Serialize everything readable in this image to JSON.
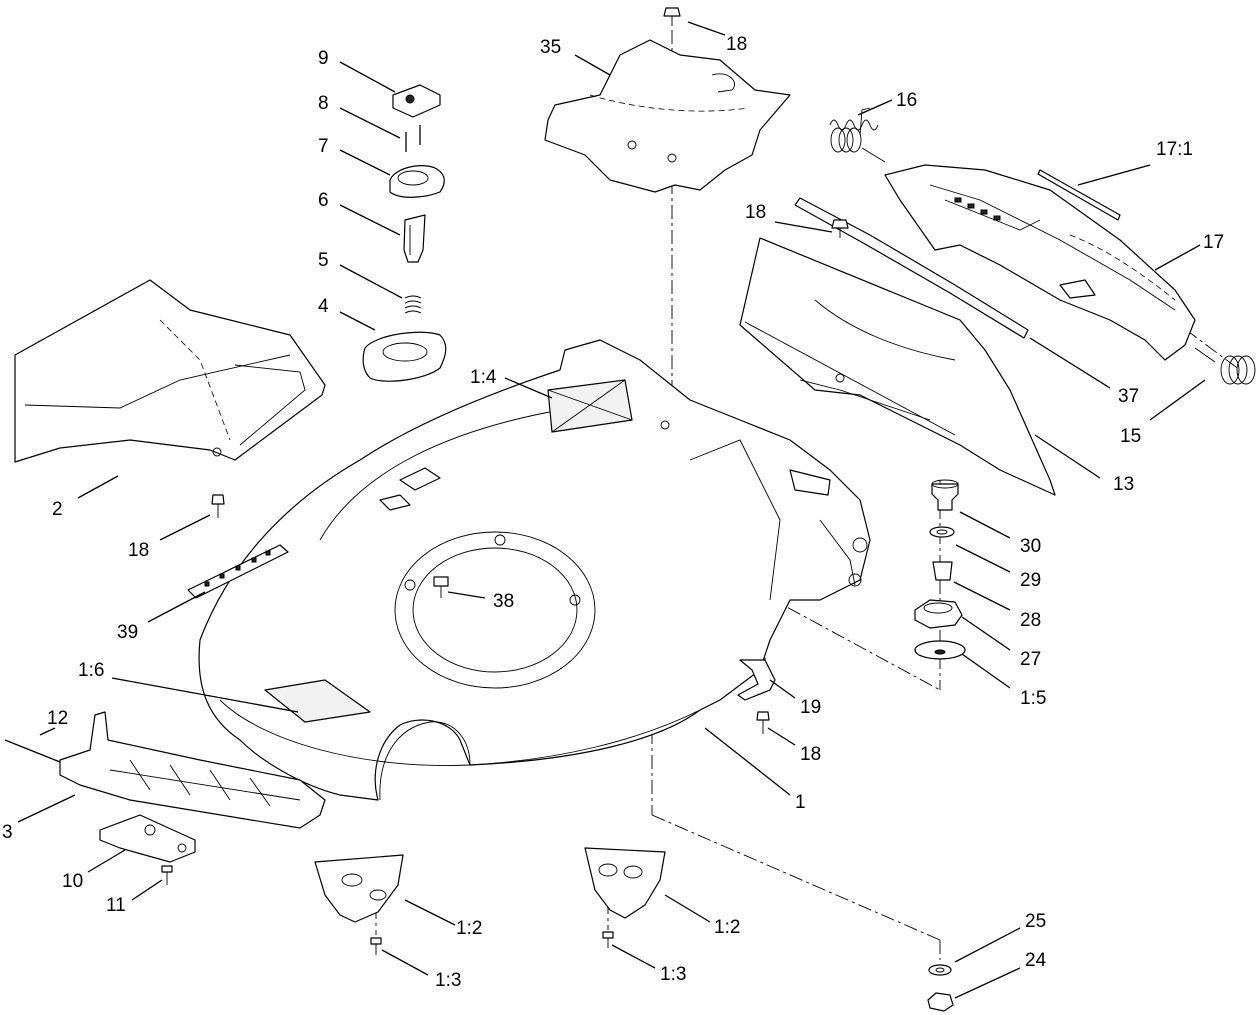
{
  "callouts": [
    {
      "id": "c-9",
      "text": "9"
    },
    {
      "id": "c-8",
      "text": "8"
    },
    {
      "id": "c-7",
      "text": "7"
    },
    {
      "id": "c-6",
      "text": "6"
    },
    {
      "id": "c-5",
      "text": "5"
    },
    {
      "id": "c-4",
      "text": "4"
    },
    {
      "id": "c-35",
      "text": "35"
    },
    {
      "id": "c-18a",
      "text": "18"
    },
    {
      "id": "c-16",
      "text": "16"
    },
    {
      "id": "c-17-1",
      "text": "17:1"
    },
    {
      "id": "c-18b",
      "text": "18"
    },
    {
      "id": "c-17",
      "text": "17"
    },
    {
      "id": "c-37",
      "text": "37"
    },
    {
      "id": "c-15",
      "text": "15"
    },
    {
      "id": "c-13",
      "text": "13"
    },
    {
      "id": "c-1-4",
      "text": "1:4"
    },
    {
      "id": "c-2",
      "text": "2"
    },
    {
      "id": "c-18c",
      "text": "18"
    },
    {
      "id": "c-30",
      "text": "30"
    },
    {
      "id": "c-29",
      "text": "29"
    },
    {
      "id": "c-28",
      "text": "28"
    },
    {
      "id": "c-27",
      "text": "27"
    },
    {
      "id": "c-1-5",
      "text": "1:5"
    },
    {
      "id": "c-38",
      "text": "38"
    },
    {
      "id": "c-39",
      "text": "39"
    },
    {
      "id": "c-1-6",
      "text": "1:6"
    },
    {
      "id": "c-19",
      "text": "19"
    },
    {
      "id": "c-18d",
      "text": "18"
    },
    {
      "id": "c-12",
      "text": "12"
    },
    {
      "id": "c-1",
      "text": "1"
    },
    {
      "id": "c-3",
      "text": "3"
    },
    {
      "id": "c-10",
      "text": "10"
    },
    {
      "id": "c-11",
      "text": "11"
    },
    {
      "id": "c-1-2a",
      "text": "1:2"
    },
    {
      "id": "c-1-2b",
      "text": "1:2"
    },
    {
      "id": "c-1-3a",
      "text": "1:3"
    },
    {
      "id": "c-1-3b",
      "text": "1:3"
    },
    {
      "id": "c-25",
      "text": "25"
    },
    {
      "id": "c-24",
      "text": "24"
    }
  ]
}
